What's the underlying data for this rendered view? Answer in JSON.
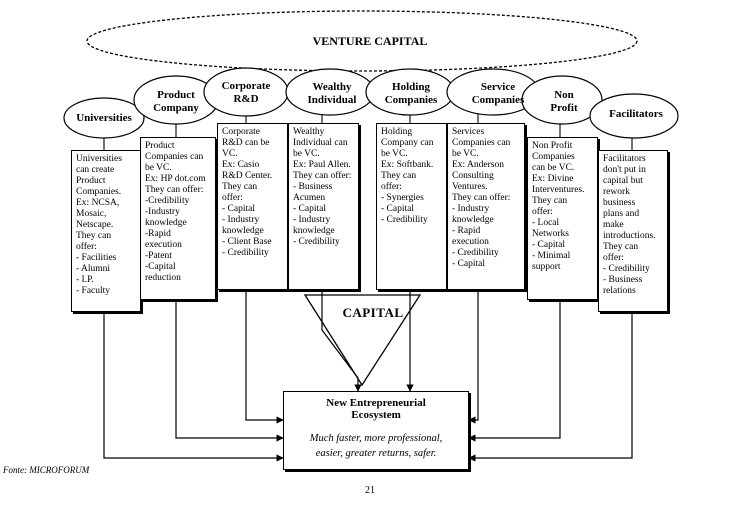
{
  "title": "VENTURE CAPITAL",
  "capital_label": "CAPITAL",
  "ellipses": [
    {
      "id": "universities",
      "label": "Universities"
    },
    {
      "id": "product",
      "label": "Product\nCompany"
    },
    {
      "id": "corporate",
      "label": "Corporate\nR&D"
    },
    {
      "id": "wealthy",
      "label": "Wealthy\nIndividual"
    },
    {
      "id": "holding",
      "label": "Holding\nCompanies"
    },
    {
      "id": "service",
      "label": "Service\nCompanies"
    },
    {
      "id": "nonprofit",
      "label": "Non\nProfit"
    },
    {
      "id": "facilitators",
      "label": "Facilitators"
    }
  ],
  "boxes": [
    {
      "id": "universities",
      "text": "Universities\ncan create\nProduct\nCompanies.\nEx: NCSA,\nMosaic,\nNetscape.\nThey can\noffer:\n- Facilities\n- Alumni\n- I.P.\n- Faculty"
    },
    {
      "id": "product",
      "text": "Product\nCompanies can\nbe VC.\nEx: HP dot.com\nThey can offer:\n-Credibility\n-Industry\nknowledge\n-Rapid\nexecution\n-Patent\n-Capital\nreduction"
    },
    {
      "id": "corporate",
      "text": "Corporate\nR&D can be\nVC.\nEx: Casio\nR&D Center.\nThey can\noffer:\n- Capital\n- Industry\nknowledge\n- Client Base\n- Credibility"
    },
    {
      "id": "wealthy",
      "text": "Wealthy\nIndividual can\nbe VC.\nEx: Paul Allen.\nThey can offer:\n- Business\nAcumen\n- Capital\n- Industry\nknowledge\n- Credibility"
    },
    {
      "id": "holding",
      "text": "Holding\nCompany can\nbe VC.\nEx: Softbank.\nThey can\noffer:\n- Synergies\n- Capital\n- Credibility"
    },
    {
      "id": "service",
      "text": "Services\nCompanies can\nbe VC.\nEx: Anderson\nConsulting\nVentures.\nThey can offer:\n- Industry\nknowledge\n- Rapid\nexecution\n- Credibility\n- Capital"
    },
    {
      "id": "nonprofit",
      "text": "Non Profit\nCompanies\ncan be VC.\nEx: Divine\nInterventures.\nThey can\noffer:\n- Local\nNetworks\n- Capital\n- Minimal\nsupport"
    },
    {
      "id": "facilitators",
      "text": "Facilitators\ndon't put in\ncapital but\nrework\nbusiness\nplans and\nmake\nintroductions.\nThey can\noffer:\n- Credibility\n- Business\nrelations"
    }
  ],
  "ecosystem": {
    "title": "New Entrepreneurial\nEcosystem",
    "description": "Much faster, more professional,\neasier, greater returns, safer."
  },
  "source": "Fonte: MICROFORUM",
  "page_number": "21"
}
